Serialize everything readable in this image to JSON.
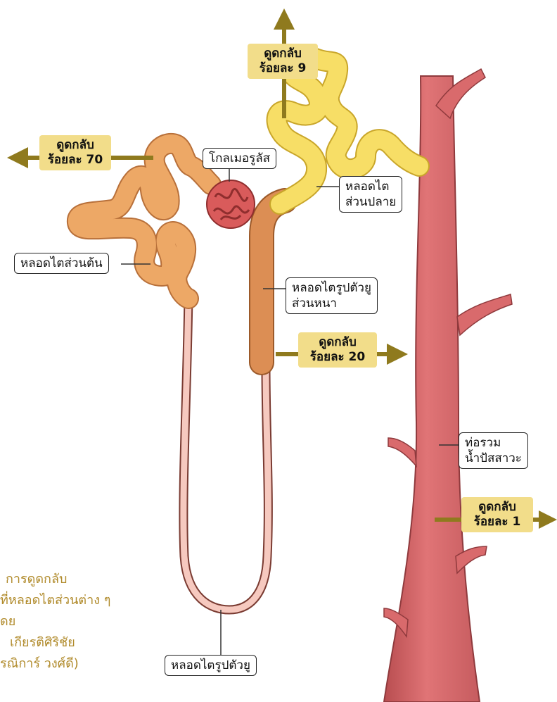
{
  "labels": {
    "glomerulus": "โกลเมอรูลัส",
    "proximal_tubule": "หลอดไตส่วนต้น",
    "distal_tubule": [
      "หลอดไต",
      "ส่วนปลาย"
    ],
    "thick_loop": [
      "หลอดไตรูปตัวยู",
      "ส่วนหนา"
    ],
    "loop_of_henle": "หลอดไตรูปตัวยู",
    "collecting_duct": [
      "ท่อรวม",
      "น้ำปัสสาวะ"
    ]
  },
  "reabsorption": {
    "proximal": [
      "ดูดกลับ",
      "ร้อยละ 70"
    ],
    "distal": [
      "ดูดกลับ",
      "ร้อยละ 9"
    ],
    "thick_loop": [
      "ดูดกลับ",
      "ร้อยละ 20"
    ],
    "collecting": [
      "ดูดกลับ",
      "ร้อยละ 1"
    ]
  },
  "caption": [
    "การดูดกลับ",
    "ที่หลอดไตส่วนต่าง ๆ",
    "ดย",
    "เกียรติศิริชัย",
    "รณิการ์ วงศ์ดี)"
  ],
  "colors": {
    "arrow": "#8f7a1e",
    "rate_bg": "#f2dd8a",
    "proximal": "#eda866",
    "distal": "#f7de66",
    "thick": "#dc8e54",
    "thin_loop": "#f6c9bf",
    "duct": "#dd6f70",
    "glomerulus": "#d95b5b",
    "caption": "#b08a2a"
  }
}
